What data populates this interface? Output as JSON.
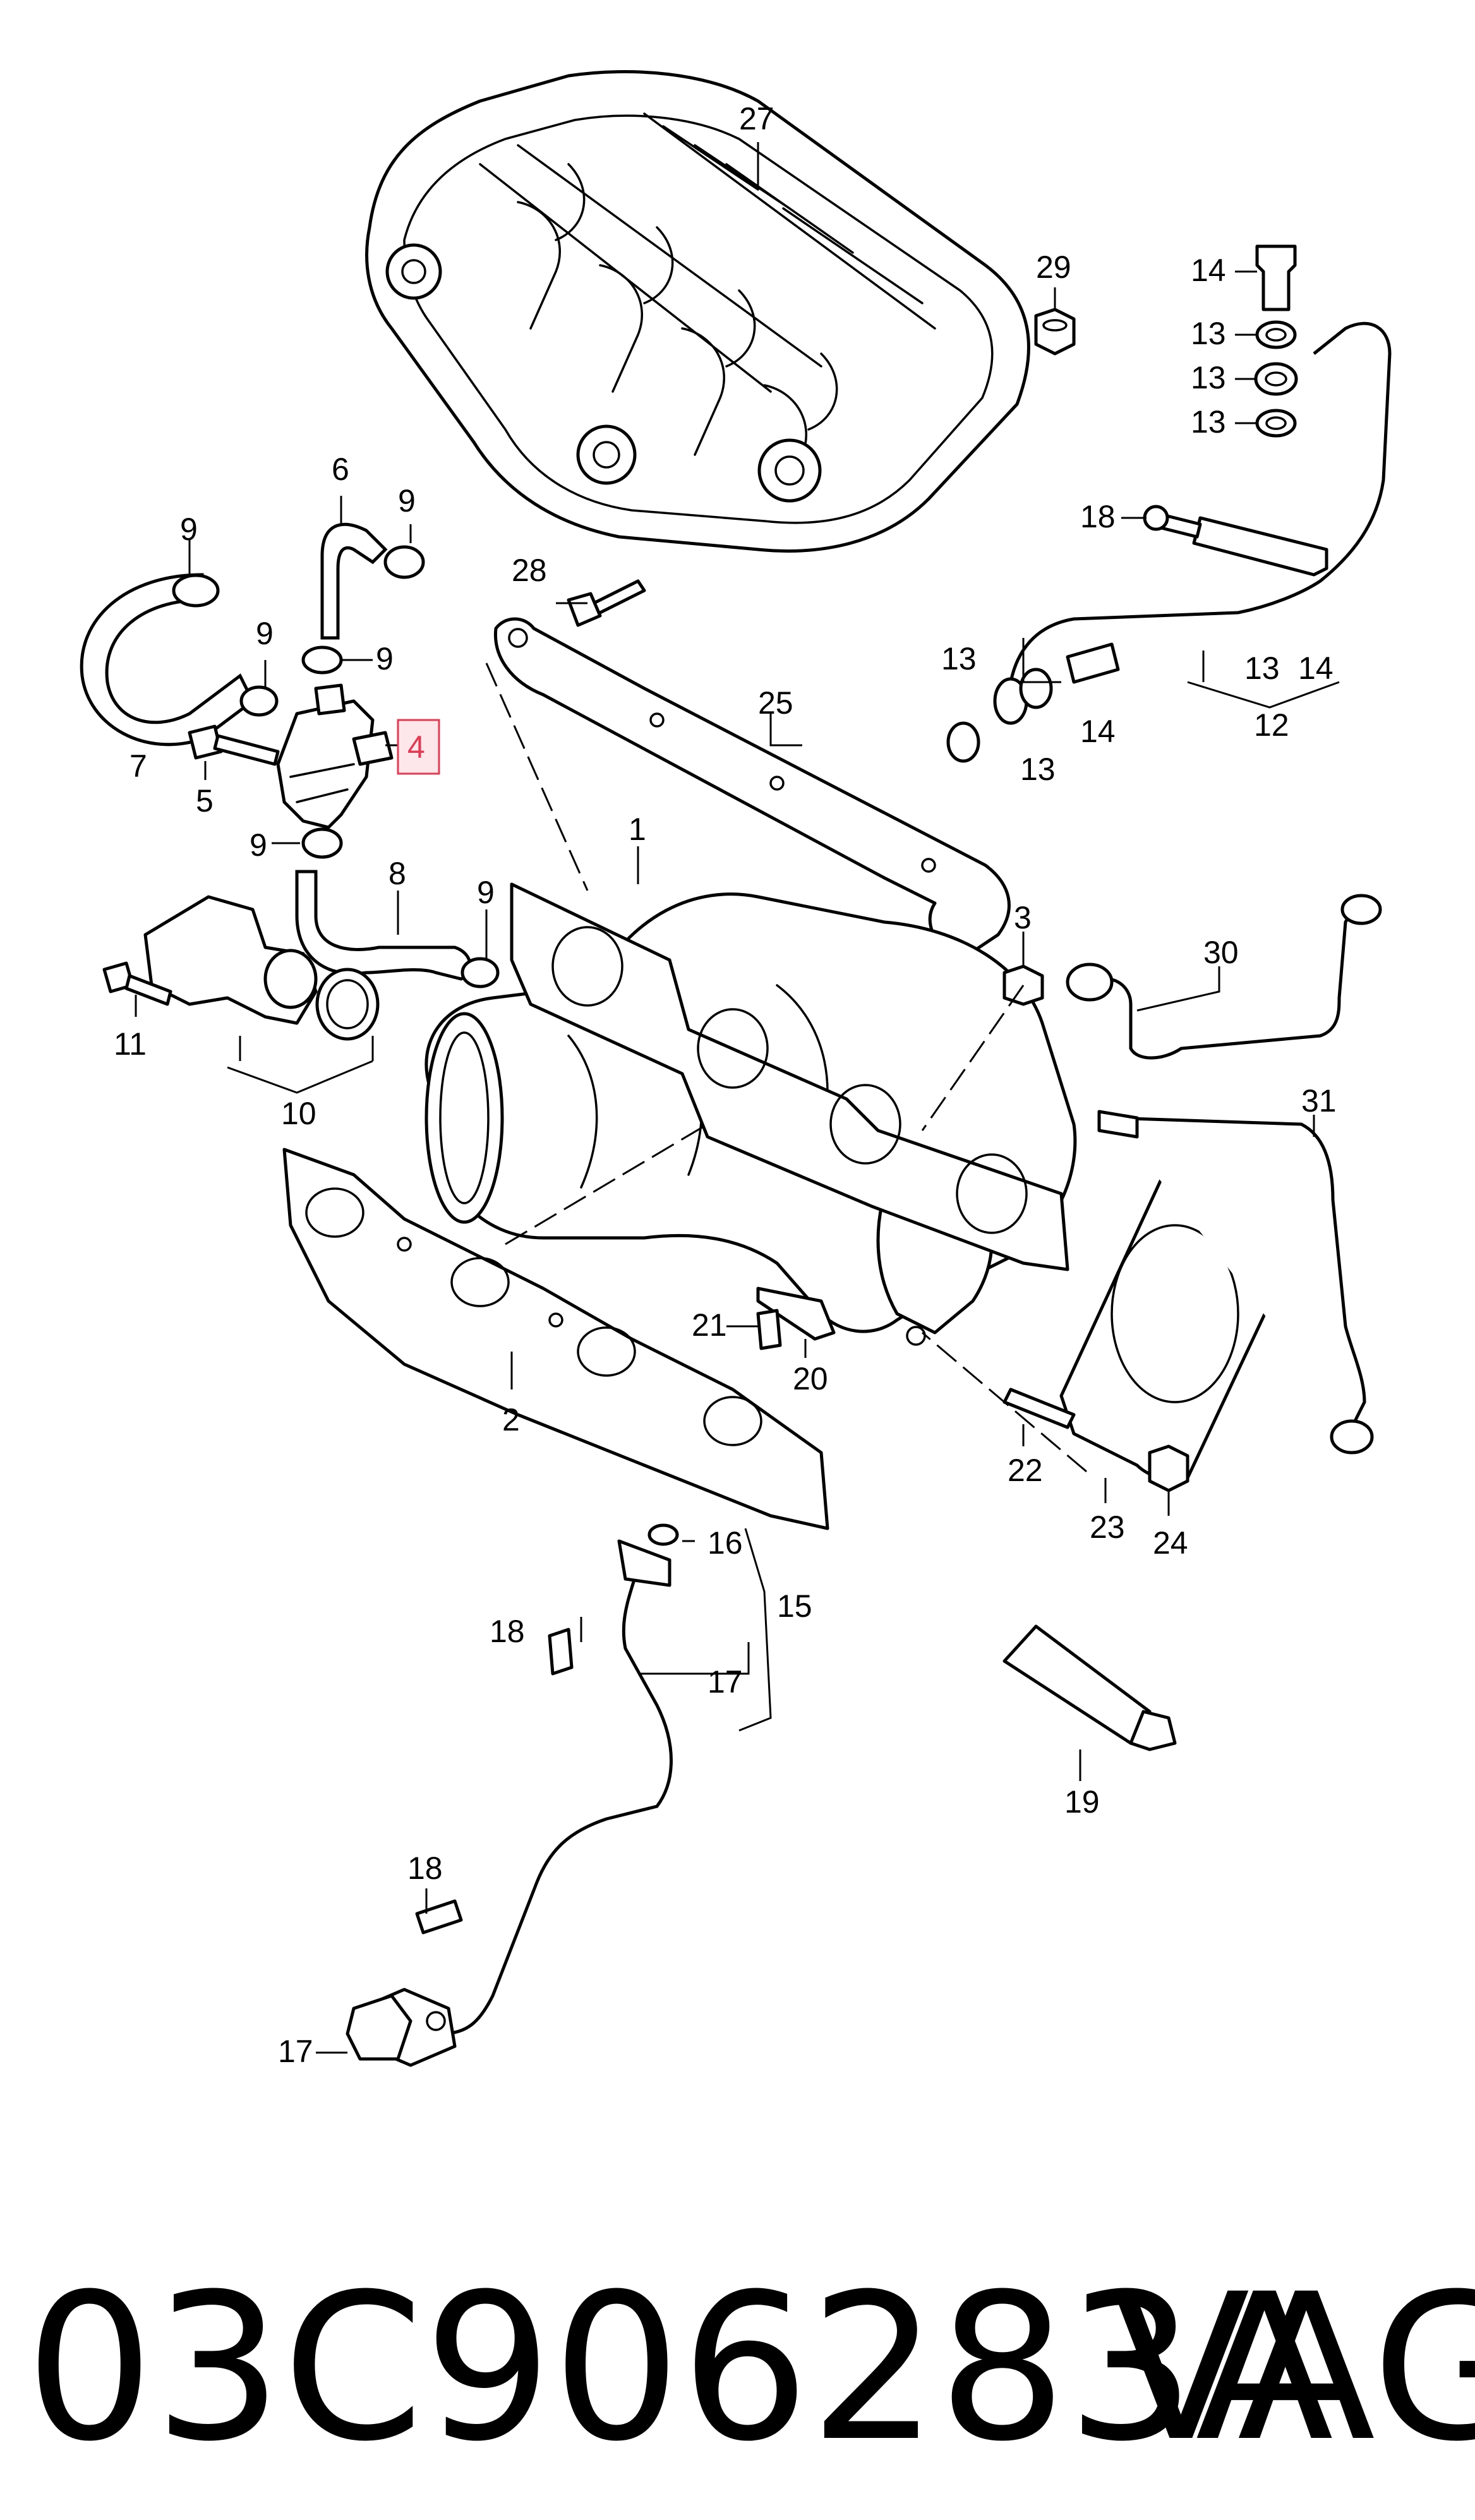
{
  "callouts": {
    "c1": "1",
    "c2": "2",
    "c3": "3",
    "c4": "4",
    "c5": "5",
    "c6": "6",
    "c7": "7",
    "c8": "8",
    "c9a": "9",
    "c9b": "9",
    "c9c": "9",
    "c9d": "9",
    "c9e": "9",
    "c9f": "9",
    "c10": "10",
    "c11": "11",
    "c12": "12",
    "c13a": "13",
    "c13b": "13",
    "c13c": "13",
    "c13d": "13",
    "c13e": "13",
    "c13f": "13",
    "c14a": "14",
    "c14b": "14",
    "c14c": "14",
    "c15": "15",
    "c16": "16",
    "c17a": "17",
    "c17b": "17",
    "c18a": "18",
    "c18b": "18",
    "c18c": "18",
    "c19": "19",
    "c20": "20",
    "c21": "21",
    "c22": "22",
    "c23": "23",
    "c24": "24",
    "c25": "25",
    "c27": "27",
    "c28": "28",
    "c29": "29",
    "c30": "30",
    "c31": "31"
  },
  "highlight": {
    "label": "4",
    "color": "#e23a53"
  },
  "footer": {
    "part_number": "03C906283A",
    "brand": "VAG"
  }
}
